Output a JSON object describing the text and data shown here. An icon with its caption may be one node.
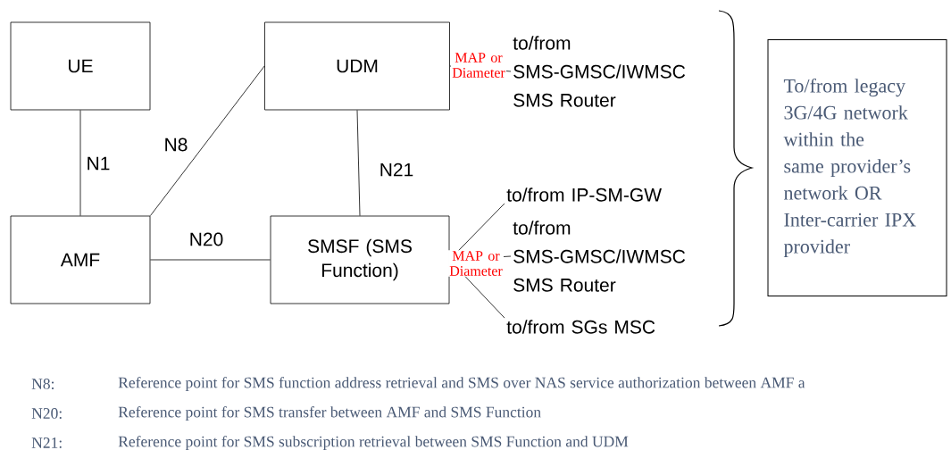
{
  "diagram": {
    "nodes": [
      {
        "text": [
          "UE"
        ]
      },
      {
        "text": [
          "UDM"
        ]
      },
      {
        "text": [
          "AMF"
        ]
      },
      {
        "text": [
          "SMSF (SMS Function)"
        ]
      },
      {
        "text": [
          "to/from SMS-GMSC/IWMSC SMS Router"
        ]
      },
      {
        "text": [
          "to/from IP-SM-GW"
        ]
      },
      {
        "text": [
          "to/from SMS-GMSC/IWMSC SMS Router"
        ]
      },
      {
        "text": [
          "to/from SGs MSC"
        ]
      },
      {
        "text": [
          "To/from legacy 3G/4G network within the same provider’s network OR Inter-carrier IPX provider"
        ]
      }
    ],
    "edges": [
      {
        "from": 0,
        "to": 2,
        "arrow": "none",
        "label": "N1"
      },
      {
        "from": 1,
        "to": 2,
        "arrow": "none",
        "label": "N8"
      },
      {
        "from": 1,
        "to": 3,
        "arrow": "none",
        "label": "N21"
      },
      {
        "from": 2,
        "to": 3,
        "arrow": "none",
        "label": "N20"
      },
      {
        "from": 1,
        "to": 4,
        "arrow": "none",
        "label": "MAP or Diameter"
      },
      {
        "from": 3,
        "to": 5,
        "arrow": "none"
      },
      {
        "from": 3,
        "to": 6,
        "arrow": "none",
        "label": "MAP or Diameter"
      },
      {
        "from": 3,
        "to": 7,
        "arrow": "none"
      }
    ],
    "labels": [
      "N8:",
      "Reference point for SMS function address retrieval and SMS over NAS service authorization between AMF a",
      "N20:",
      "Reference point for SMS transfer between AMF and SMS Function",
      "N21:",
      "Reference point for SMS subscription retrieval between SMS Function and UDM"
    ]
  }
}
